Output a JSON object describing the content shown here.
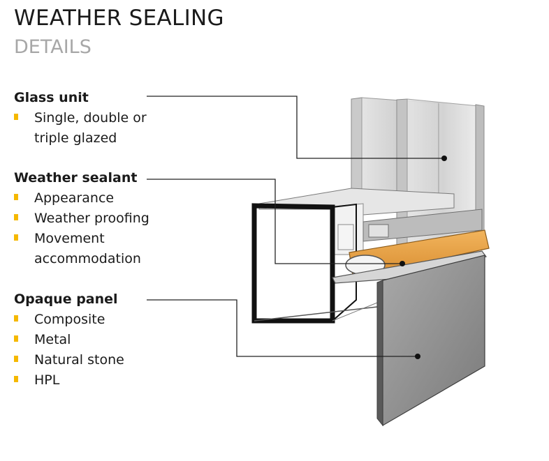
{
  "header": {
    "title": "WEATHER SEALING",
    "subtitle": "DETAILS"
  },
  "groups": [
    {
      "heading": "Glass unit",
      "items": [
        {
          "line1": "Single, double or",
          "line2": "triple glazed"
        }
      ]
    },
    {
      "heading": "Weather sealant",
      "items": [
        {
          "line1": "Appearance",
          "line2": ""
        },
        {
          "line1": "Weather proofing",
          "line2": ""
        },
        {
          "line1": "Movement",
          "line2": "accommodation"
        }
      ]
    },
    {
      "heading": "Opaque panel",
      "items": [
        {
          "line1": "Composite",
          "line2": ""
        },
        {
          "line1": "Metal",
          "line2": ""
        },
        {
          "line1": "Natural stone",
          "line2": ""
        },
        {
          "line1": "HPL",
          "line2": ""
        }
      ]
    }
  ],
  "colors": {
    "bullet": "#f5b800",
    "sealant": "#e8a64a",
    "panel": "#8e8e8e",
    "glass": "#d8d8d8",
    "frame": "#111111"
  }
}
